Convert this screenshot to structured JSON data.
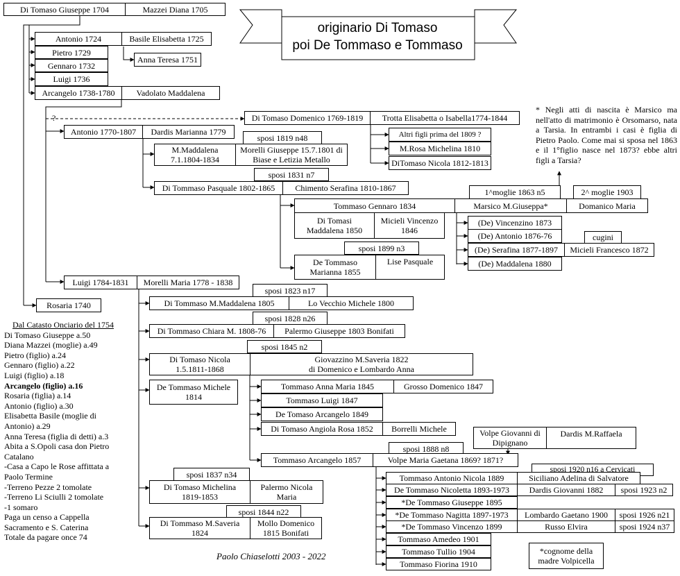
{
  "title": {
    "line1": "originario Di Tomaso",
    "line2": "poi De Tommaso e Tommaso"
  },
  "author": "Paolo Chiaselotti 2003 - 2022",
  "note": "* Negli atti di nascita è Marsico ma nell'atto di matrimonio è Orsomarso, nata a Tarsia. In entrambi i casi è figlia di Pietro Paolo. Come mai si sposa nel 1863 e il 1°figlio nasce nel 1873? ebbe altri figli a Tarsia?",
  "question_mark": "?",
  "catasto": {
    "heading": "Dal Catasto Onciario del 1754",
    "lines": [
      "Di Tomaso Giuseppe a.50",
      "Diana Mazzei (moglie) a.49",
      "Pietro (figlio) a.24",
      "Gennaro (figlio) a.22",
      "Luigi (figlio) a.18",
      "Arcangelo (figlio) a.16",
      "Rosaria (figlia) a.14",
      "Antonio (figlio) a.30",
      "Elisabetta Basile (moglie di",
      "Antonio) a.29",
      "Anna Teresa (figlia di detti) a.3",
      "Abita a S.Opoli casa don Pietro",
      "Catalano",
      "-Casa a Capo le Rose affittata a",
      "Paolo Termine",
      "-Terreno Pezze 2 tomolate",
      "-Terreno Li Sciulli 2 tomolate",
      "-1 somaro",
      "Paga un censo a Cappella",
      "Sacramento e S. Caterina",
      "Totale da pagare once 74"
    ]
  },
  "people": {
    "giuseppe": "Di Tomaso Giuseppe 1704",
    "diana": "Mazzei Diana 1705",
    "antonio1724": "Antonio 1724",
    "basile": "Basile Elisabetta 1725",
    "pietro": "Pietro 1729",
    "anna_teresa": "Anna Teresa 1751",
    "gennaro1732": "Gennaro 1732",
    "luigi1736": "Luigi 1736",
    "arcangelo1738": "Arcangelo 1738-1780",
    "vadolato": "Vadolato Maddalena",
    "rosaria": "Rosaria 1740",
    "domenico1769": "Di Tomaso Domenico 1769-1819",
    "trotta": "Trotta Elisabetta o Isabella1774-1844",
    "antonio1770": "Antonio 1770-1807",
    "dardis_marianna": "Dardis Marianna 1779",
    "altri_figli": "Altri figli prima del 1809 ?",
    "rosa_michelina": "M.Rosa Michelina 1810",
    "nicola1812": "DiTomaso Nicola 1812-1813",
    "mmaddalena_1": "M.Maddalena",
    "mmaddalena_2": "7.1.1804-1834",
    "morelli_g_1": "Morelli Giuseppe 15.7.1801 di",
    "morelli_g_2": "Biase e Letizia Metallo",
    "pasquale": "Di Tommaso Pasquale 1802-1865",
    "chimento": "Chimento Serafina 1810-1867",
    "gennaro1834": "Tommaso Gennaro 1834",
    "marsico": "Marsico M.Giuseppa*",
    "domanico": "Domanico Maria",
    "tomasi_madd_1": "Di Tomasi",
    "tomasi_madd_2": "Maddalena 1850",
    "micieli_v_1": "Micieli Vincenzo",
    "micieli_v_2": "1846",
    "vincenzino": "(De) Vincenzino 1873",
    "antonio1876": "(De) Antonio 1876-76",
    "serafina1877": "(De) Serafina 1877-1897",
    "micieli_f": "Micieli Francesco 1872",
    "maddalena1880": "(De) Maddalena 1880",
    "marianna1855_1": "De Tommaso",
    "marianna1855_2": "Marianna 1855",
    "lise": "Lise Pasquale",
    "luigi1784": "Luigi 1784-1831",
    "morelli_maria": "Morelli Maria 1778 - 1838",
    "mmaddalena1805": "Di Tommaso M.Maddalena 1805",
    "lovecchio": "Lo Vecchio Michele 1800",
    "chiara": "Di Tommaso Chiara M. 1808-76",
    "palermo_g": "Palermo Giuseppe 1803 Bonifati",
    "nicola1811_1": "Di Tomaso Nicola",
    "nicola1811_2": "1.5.1811-1868",
    "giovazzino_1": "Giovazzino M.Saveria 1822",
    "giovazzino_2": "di Domenico e Lombardo Anna",
    "michele1814_1": "De Tommaso Michele",
    "michele1814_2": "1814",
    "annamaria": "Tommaso Anna Maria 1845",
    "grosso": "Grosso Domenico 1847",
    "luigi1847": "Tommaso Luigi 1847",
    "arcangelo1849": "De Tomaso Arcangelo 1849",
    "angiola": "Di Tomaso Angiola Rosa 1852",
    "borrelli": "Borrelli Michele",
    "volpe_g_1": "Volpe Giovanni di",
    "volpe_g_2": "Dipignano",
    "dardis_raffaela": "Dardis M.Raffaela",
    "arcangelo1857": "Tommaso Arcangelo 1857",
    "volpe_maria": "Volpe Maria Gaetana 1869? 1871?",
    "michelina_1": "Di Tomaso Michelina",
    "michelina_2": "1819-1853",
    "palermo_n_1": "Palermo Nicola",
    "palermo_n_2": "Maria",
    "saveria1824_1": "Di Tommaso M.Saveria",
    "saveria1824_2": "1824",
    "mollo_1": "Mollo Domenico",
    "mollo_2": "1815 Bonifati",
    "antonio_nicola": "Tommaso Antonio Nicola 1889",
    "siciliano": "Siciliano Adelina di Salvatore",
    "nicoletta": "De Tommaso Nicoletta 1893-1973",
    "dardis_giovanni": "Dardis Giovanni 1882",
    "giuseppe1895": "*De Tommaso Giuseppe 1895",
    "nagitta": "*De Tommaso Nagitta 1897-1973",
    "lombardo": "Lombardo Gaetano 1900",
    "vincenzo1899": "*De Tommaso Vincenzo 1899",
    "russo": "Russo Elvira",
    "amedeo": "Tommaso Amedeo 1901",
    "tullio": "Tommaso Tullio 1904",
    "fiorina": "Tommaso Fiorina 1910",
    "cognome_1": "*cognome della",
    "cognome_2": "madre Volpicella"
  },
  "labels": {
    "sposi1819": "sposi 1819 n48",
    "sposi1831": "sposi 1831 n7",
    "moglie1": "1^moglie 1863 n5",
    "moglie2": "2^ moglie 1903",
    "cugini": "cugini",
    "sposi1899": "sposi 1899 n3",
    "sposi1823": "sposi 1823 n17",
    "sposi1828": "sposi 1828 n26",
    "sposi1845": "sposi 1845 n2",
    "sposi1888": "sposi 1888 n8",
    "sposi1920": "sposi 1920 n16 a Cervicati",
    "sposi1837": "sposi 1837 n34",
    "sposi1844": "sposi 1844 n22",
    "sposi1923": "sposi 1923 n2",
    "sposi1926": "sposi 1926 n21",
    "sposi1924": "sposi 1924 n37"
  }
}
